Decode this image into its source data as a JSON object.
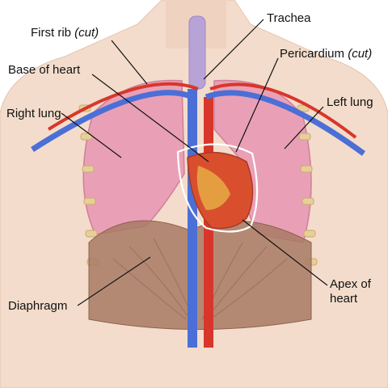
{
  "labels": {
    "first_rib": "First rib",
    "first_rib_note": "(cut)",
    "trachea": "Trachea",
    "base_of_heart": "Base of heart",
    "pericardium": "Pericardium",
    "pericardium_note": "(cut)",
    "right_lung": "Right lung",
    "left_lung": "Left lung",
    "diaphragm": "Diaphragm",
    "apex_line1": "Apex of",
    "apex_line2": "heart"
  },
  "colors": {
    "skin": "#f3dccb",
    "lung": "#e9a0b6",
    "diaphragm": "#a87a64",
    "vein": "#4b6fd6",
    "artery": "#d8362a",
    "trachea": "#b7a3d6",
    "heart": "#d94f2e"
  }
}
